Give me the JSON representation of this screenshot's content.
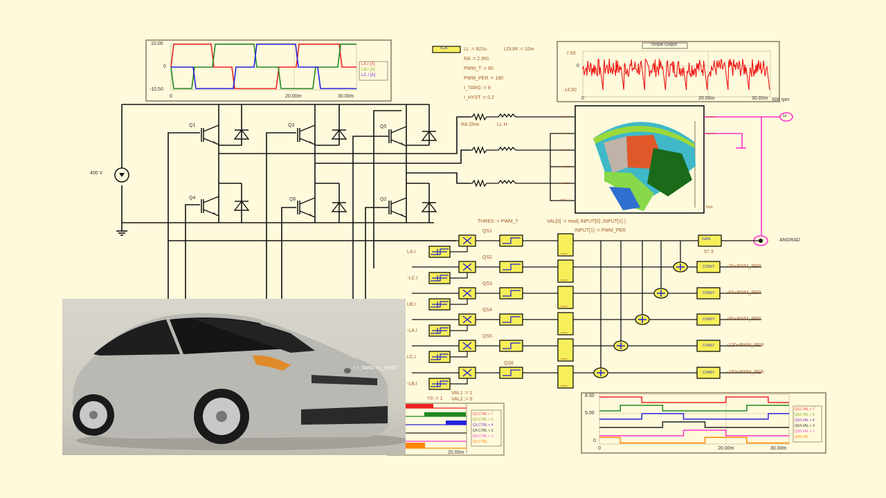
{
  "colors": {
    "background": "#fffadc",
    "wire": "#111111",
    "label": "#a05a2c",
    "block_fill": "#f7ef5a",
    "magenta": "#ff33cc",
    "phase_a": "#ee2222",
    "phase_b": "#228822",
    "phase_c": "#2222dd"
  },
  "phase_current_plot": {
    "y_ticks": [
      "10.00",
      "0",
      "-10.50"
    ],
    "x_ticks": [
      "0",
      "20.00m",
      "30.00m"
    ],
    "legend": [
      "LA.I [A]",
      "LB.I [A]",
      "LC.I [A]"
    ]
  },
  "parameters": {
    "block_label": "ICA:",
    "items": [
      "LL := 922u",
      "LDUM := 10m",
      "RA := 2.991",
      "PWM_T := 60",
      "PWM_PER := 180",
      "I_TARG := 9",
      "I_HYST := 0.2"
    ]
  },
  "torque_plot": {
    "title": "Torque Output",
    "y_ticks": [
      "7.60",
      "0",
      "-14.50"
    ],
    "x_ticks": [
      "0",
      "20.00m",
      "30.00m"
    ],
    "speed_label": "500 rpm"
  },
  "inverter": {
    "source_label": "400 V",
    "switches": [
      "Q1",
      "Q3",
      "Q5",
      "Q4",
      "Q6",
      "Q2"
    ]
  },
  "motor": {
    "resistor_label": "RA Ohm",
    "inductor_label": "LL H",
    "fea_label": "FEA",
    "ports_left": [
      "windA.1",
      "windA.2",
      "windB.1",
      "windB.2",
      "windC.1",
      "windC.2"
    ],
    "ports_right": [
      "degrees1",
      "degrees2"
    ],
    "speed_symbol": "ω"
  },
  "control": {
    "thres_label": "THRES := PWM_T",
    "val_label": "VAL[0] := mod( INPUT[0] ,INPUT[1] )",
    "input_label": "INPUT[1] := PWM_PER",
    "current_inputs": [
      "LA.I",
      "-LC.I",
      "LB.I",
      "-LA.I",
      "LC.I",
      "-LB.I"
    ],
    "comparators": [
      "QS1",
      "QS2",
      "QS3",
      "QS4",
      "QS5",
      "QS6"
    ],
    "mux_label": "mans",
    "gain_label": "GAIN",
    "gain_value": "57.3",
    "angle_label": "ANGRAD",
    "const_label": "CONST",
    "const_values": [
      "-30+PWM_PER",
      "-60+PWM_PER",
      "-90+PWM_PER",
      "-120+PWM_PER",
      "-150+PWM_PER"
    ],
    "hyst_expr": "= I_TARG + I_HYST",
    "y0_label": "Y0 := 1",
    "val1_label": "VAL1 := 1",
    "val2_label": "VAL2 := 0"
  },
  "ctrl_plot": {
    "legend": [
      "Q1.CTRL + 7",
      "Q2.CTRL + 6",
      "Q3.CTRL + 4",
      "Q4.CTRL + 3",
      "Q5.CTRL + 1",
      "Q6.CTRL"
    ],
    "x_tick": "20.00m"
  },
  "qs_plot": {
    "y_ticks": [
      "8.50",
      "5.00",
      "0"
    ],
    "x_ticks": [
      "0",
      "20.00m",
      "30.00m"
    ],
    "legend": [
      "QS1.VAL + 7",
      "QS2.VAL + 6",
      "QS3.VAL + 4",
      "QS4.VAL + 3",
      "QS5.VAL + 1",
      "QS6.VAL"
    ]
  }
}
